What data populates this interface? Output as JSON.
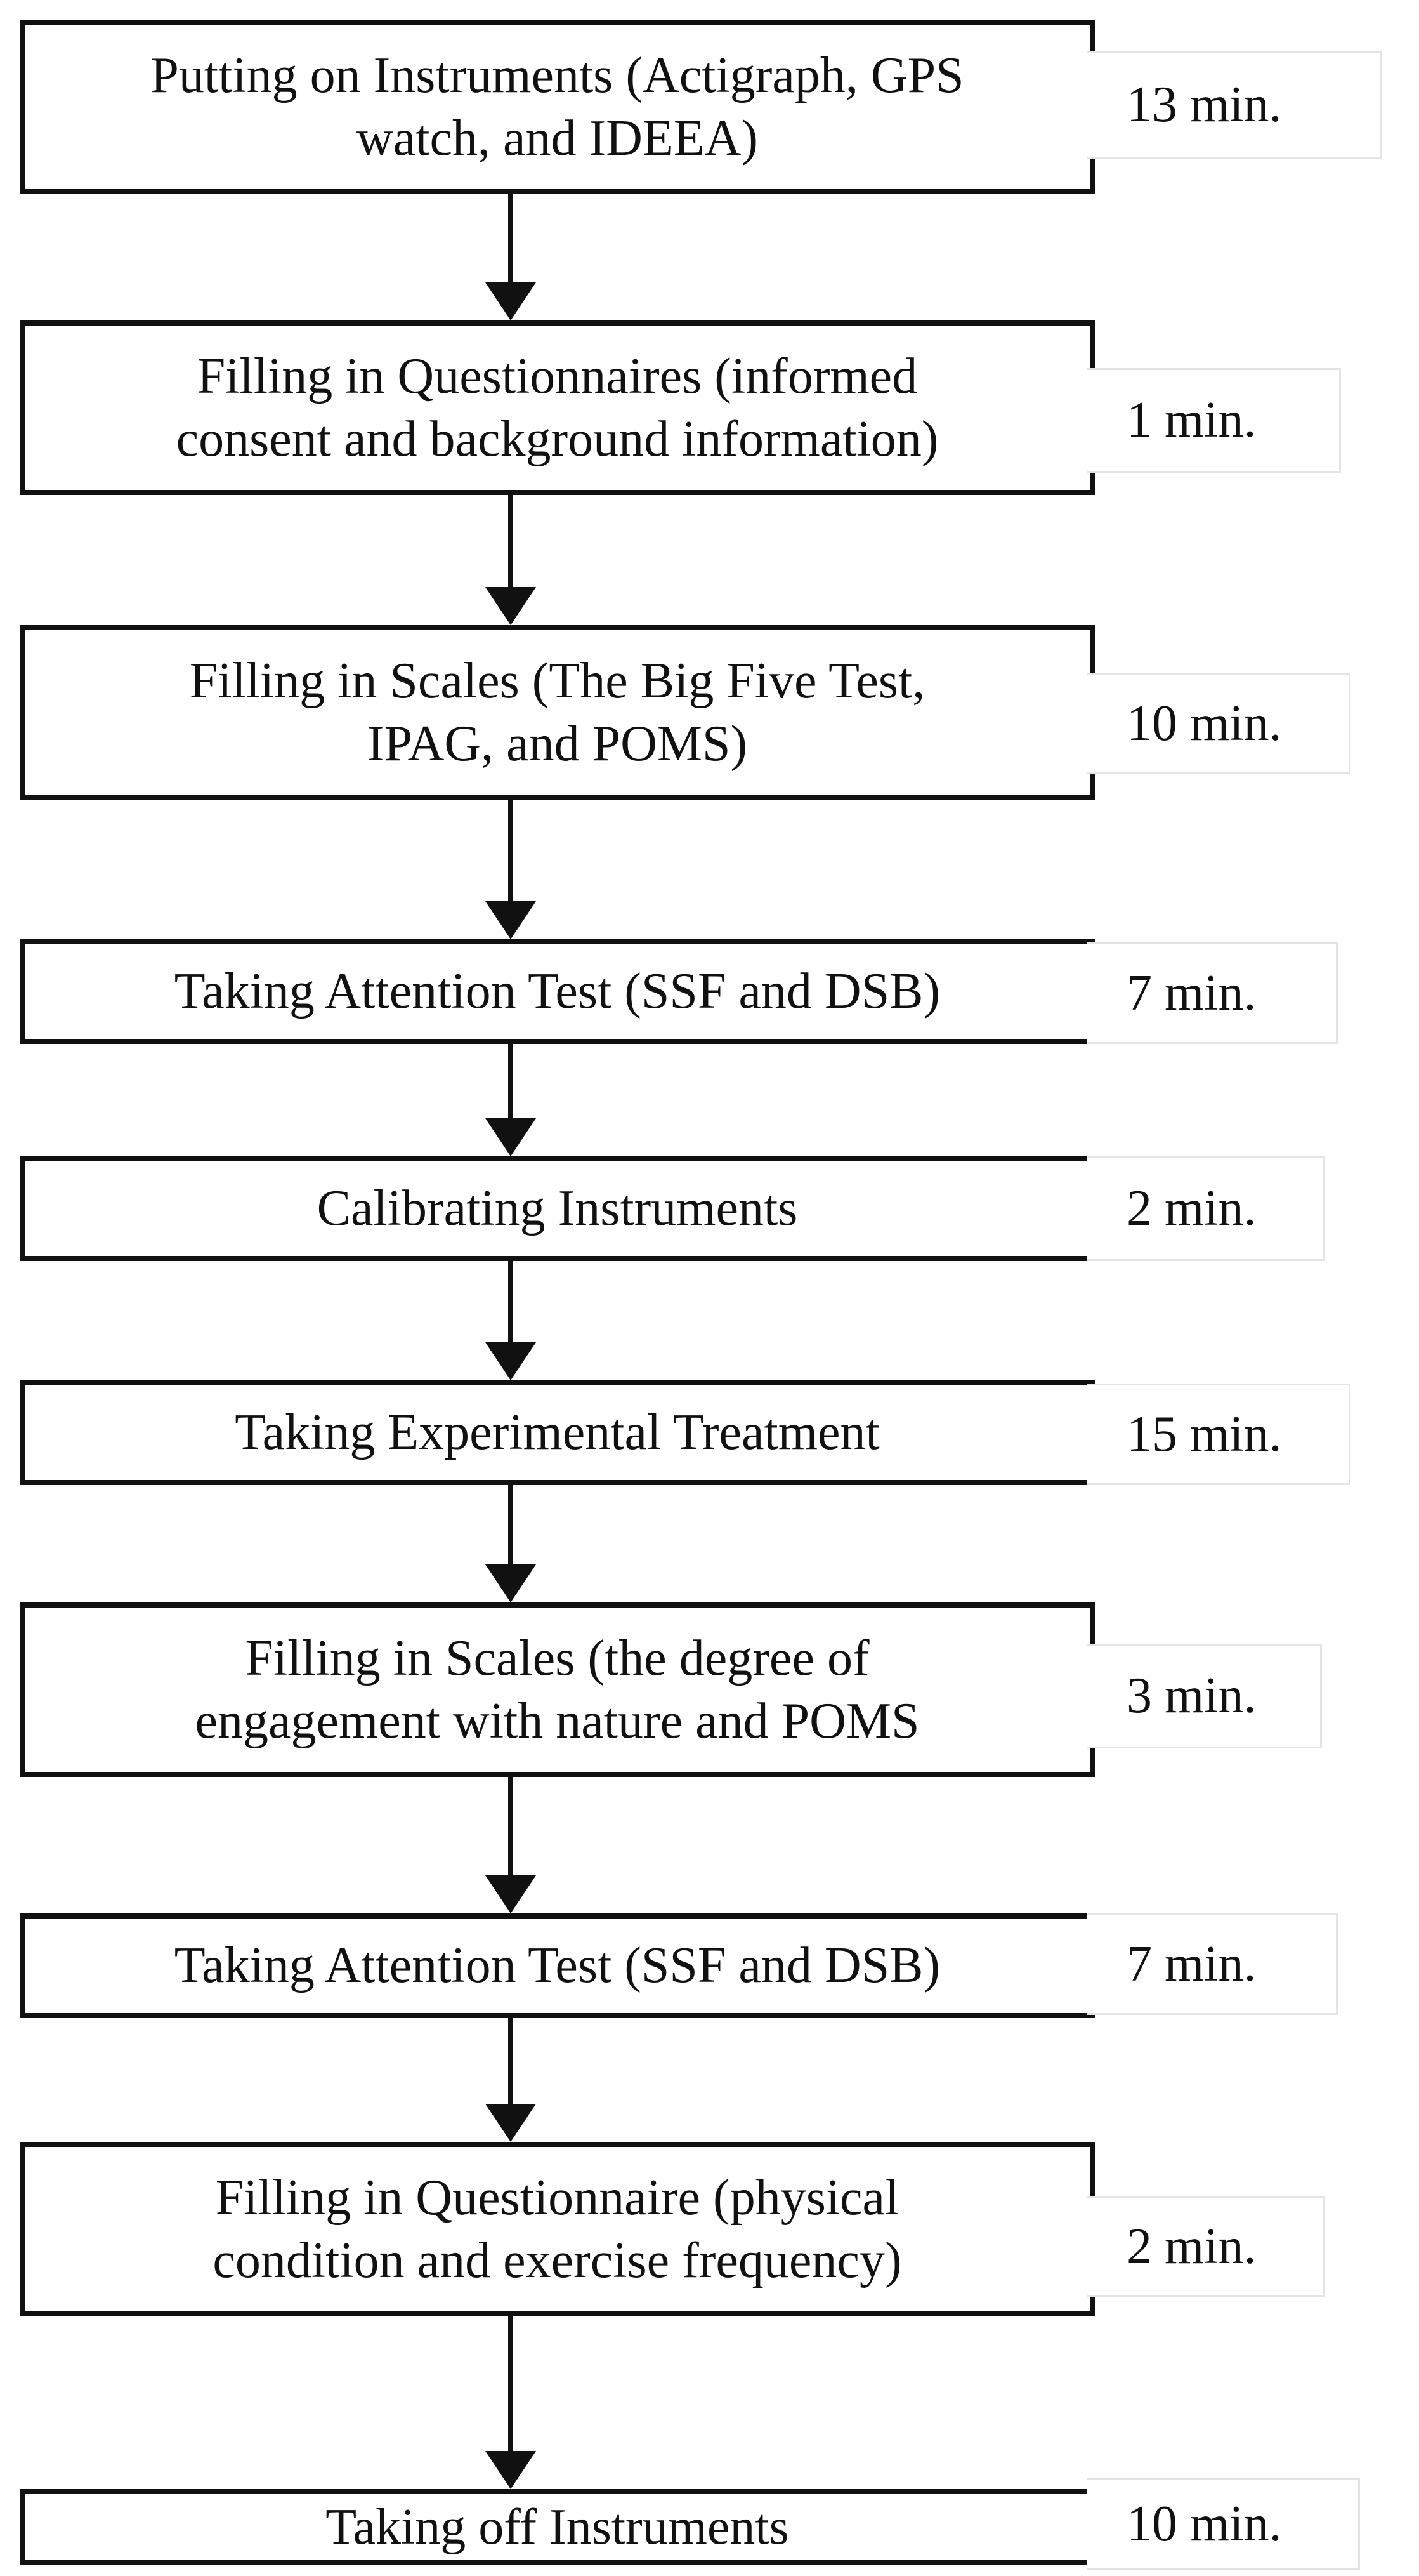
{
  "steps": [
    {
      "line1": "Putting on Instruments (Actigraph, GPS",
      "line2": "watch, and IDEEA)",
      "duration": "13 min."
    },
    {
      "line1": "Filling in Questionnaires (informed",
      "line2": "consent and background information)",
      "duration": "1 min."
    },
    {
      "line1": "Filling in Scales (The Big Five Test,",
      "line2": "IPAG, and POMS)",
      "duration": "10 min."
    },
    {
      "line1": "Taking Attention Test (SSF and DSB)",
      "line2": "",
      "duration": "7 min."
    },
    {
      "line1": "Calibrating Instruments",
      "line2": "",
      "duration": "2 min."
    },
    {
      "line1": "Taking Experimental Treatment",
      "line2": "",
      "duration": "15 min."
    },
    {
      "line1": "Filling in Scales (the degree of",
      "line2": "engagement with nature and POMS",
      "duration": "3 min."
    },
    {
      "line1": "Taking Attention Test (SSF and DSB)",
      "line2": "",
      "duration": "7 min."
    },
    {
      "line1": "Filling in Questionnaire (physical",
      "line2": "condition and exercise frequency)",
      "duration": "2 min."
    },
    {
      "line1": "Taking off Instruments",
      "line2": "",
      "duration": "10 min."
    }
  ]
}
